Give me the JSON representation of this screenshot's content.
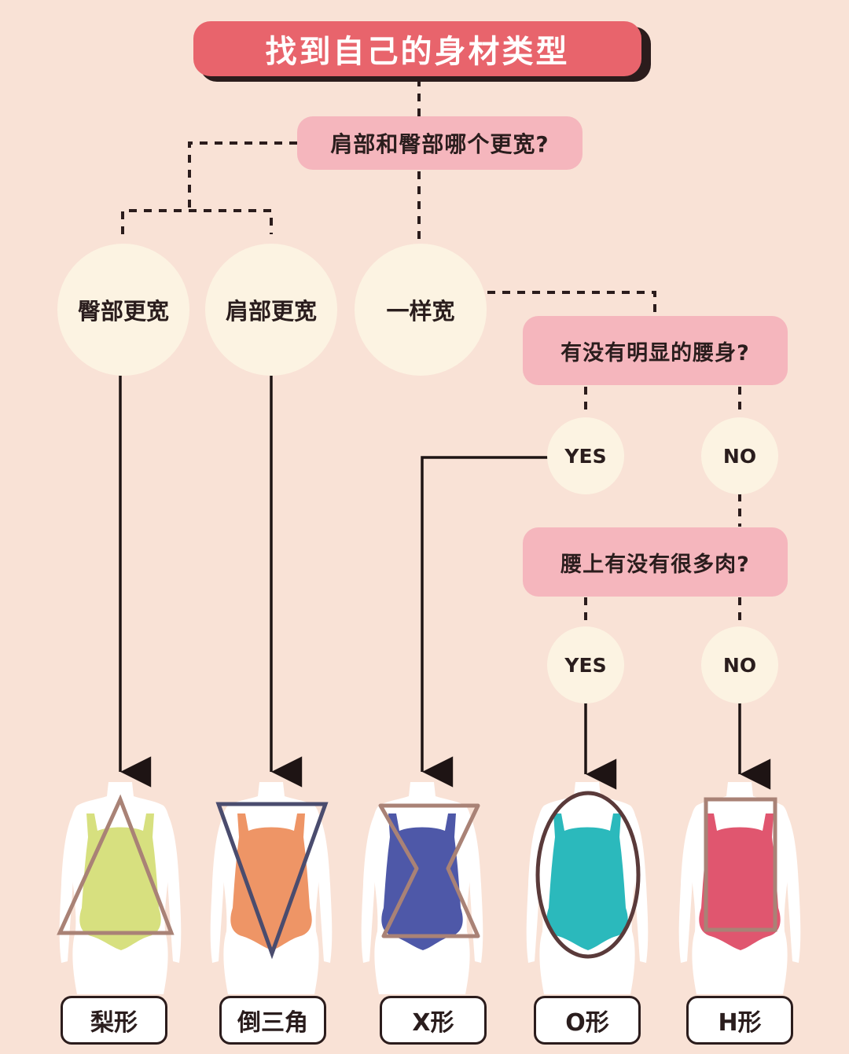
{
  "title": "找到自己的身材类型",
  "question1": "肩部和臀部哪个更宽?",
  "answers1": {
    "hips_wider": "臀部更宽",
    "shoulders_wider": "肩部更宽",
    "same_width": "一样宽"
  },
  "question2": "有没有明显的腰身?",
  "answers2": {
    "yes": "YES",
    "no": "NO"
  },
  "question3": "腰上有没有很多肉?",
  "answers3": {
    "yes": "YES",
    "no": "NO"
  },
  "results": [
    {
      "label": "梨形",
      "swimsuit_color": "#d7e07f",
      "shape": "triangle"
    },
    {
      "label": "倒三角",
      "swimsuit_color": "#ee9566",
      "shape": "inverted-triangle"
    },
    {
      "label": "X形",
      "swimsuit_color": "#4e58a8",
      "shape": "hourglass"
    },
    {
      "label": "O形",
      "swimsuit_color": "#2bb9bc",
      "shape": "oval"
    },
    {
      "label": "H形",
      "swimsuit_color": "#e0566f",
      "shape": "rectangle"
    }
  ],
  "colors": {
    "background": "#f9e2d6",
    "title_bg": "#e8646c",
    "question_bg": "#f5b6bd",
    "circle_bg": "#fcf3e2",
    "line": "#2b1c1c"
  }
}
